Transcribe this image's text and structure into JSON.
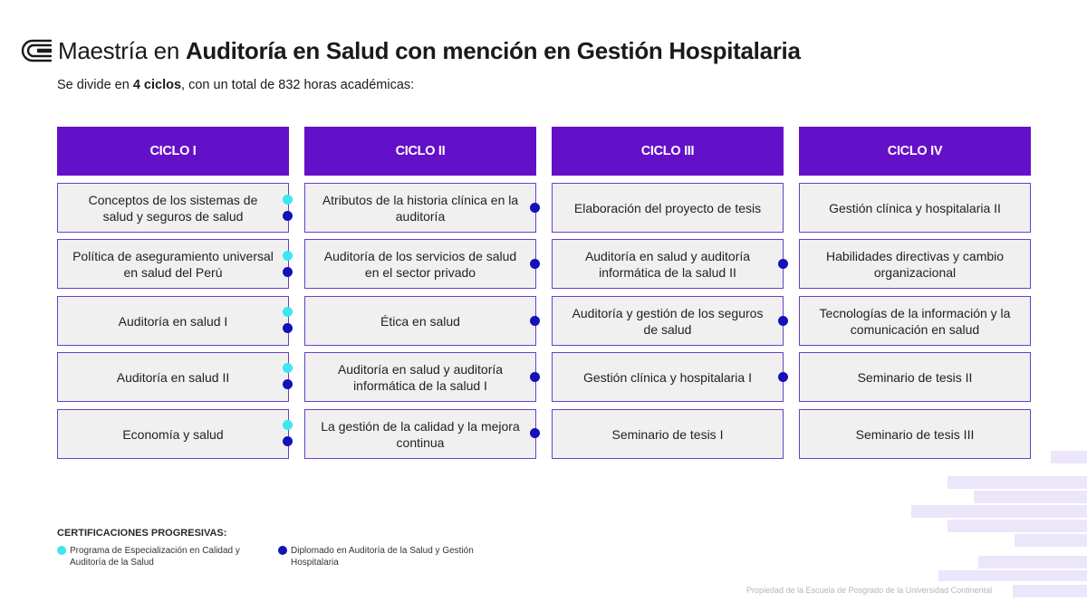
{
  "title": {
    "prefix": "Maestría en",
    "bold": "Auditoría en Salud con mención en Gestión Hospitalaria"
  },
  "subtitle": {
    "pre": "Se divide en",
    "bold": "4 ciclos",
    "post": ", con un total de 832 horas académicas:"
  },
  "cycles": [
    {
      "header": "CICLO I",
      "courses": [
        "Conceptos de los sistemas de salud y seguros de salud",
        "Política de aseguramiento universal en salud del Perú",
        "Auditoría en salud I",
        "Auditoría en salud II",
        "Economía y salud"
      ]
    },
    {
      "header": "CICLO II",
      "courses": [
        "Atributos de la historia clínica en la auditoría",
        "Auditoría de los servicios de salud en el sector privado",
        "Ética en salud",
        "Auditoría en salud y auditoría informática de la salud I",
        "La gestión de la calidad y la mejora continua"
      ]
    },
    {
      "header": "CICLO III",
      "courses": [
        "Elaboración del proyecto de tesis",
        "Auditoría en salud y auditoría informática de la salud II",
        "Auditoría y gestión de los seguros de salud",
        "Gestión clínica y hospitalaria I",
        "Seminario de tesis I"
      ]
    },
    {
      "header": "CICLO IV",
      "courses": [
        "Gestión clínica y hospitalaria II",
        "Habilidades directivas y cambio organizacional",
        "Tecnologías de la información y la comunicación en salud",
        "Seminario de tesis II",
        "Seminario de tesis III"
      ]
    }
  ],
  "certifications": {
    "title": "CERTIFICACIONES PROGRESIVAS:",
    "items": [
      {
        "label": "Programa de Especialización en Calidad y Auditoría de la Salud",
        "color": "#3ee6ee"
      },
      {
        "label": "Diplomado en Auditoría de la Salud y Gestión Hospitalaria",
        "color": "#1511b8"
      }
    ]
  },
  "footer": "Propiedad de la Escuela de Posgrado de la Universidad Continental",
  "colors": {
    "header_bg": "#6410c8",
    "border": "#6a3fc7",
    "cyan": "#3ee6ee",
    "navy": "#1511b8"
  },
  "icons": {
    "logo": "continental-logo-icon"
  }
}
